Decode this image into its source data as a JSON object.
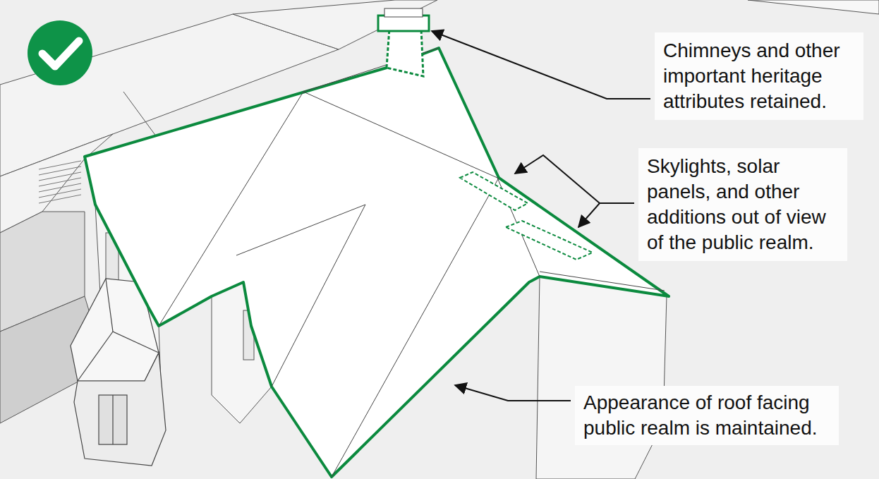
{
  "diagram": {
    "labels": [
      "Chimneys and other important heritage attributes retained.",
      "Skylights, solar panels, and other additions out of view of the public realm.",
      "Appearance of roof facing public realm is maintained."
    ]
  }
}
